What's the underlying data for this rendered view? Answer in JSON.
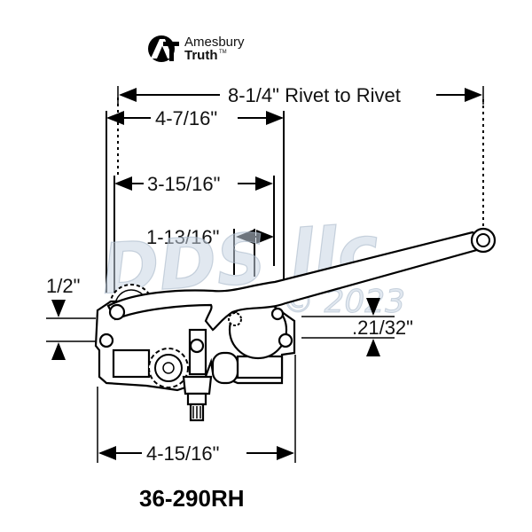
{
  "brand": {
    "line1": "Amesbury",
    "line2": "Truth",
    "trademark": "TM"
  },
  "dimensions": {
    "rivet_to_rivet": "8-1/4\" Rivet to Rivet",
    "d_4_7_16": "4-7/16\"",
    "d_3_15_16": "3-15/16\"",
    "d_1_13_16": "1-13/16\"",
    "d_1_2": "1/2\"",
    "d_21_32": ".21/32\"",
    "d_4_15_16": "4-15/16\""
  },
  "watermark": {
    "text": "DDS llc",
    "copyright": "© 2023"
  },
  "part_number": "36-290RH"
}
